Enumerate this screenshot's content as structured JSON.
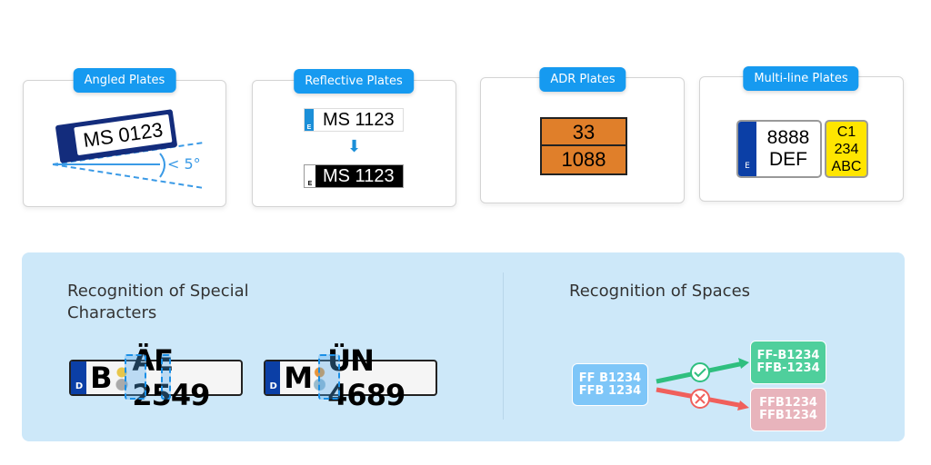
{
  "cards": [
    {
      "label": "Angled Plates",
      "plate": "MS 0123",
      "angle": "< 5°"
    },
    {
      "label": "Reflective Plates",
      "plate_before": "MS 1123",
      "plate_after": "MS 1123",
      "country": "E"
    },
    {
      "label": "ADR Plates",
      "top": "33",
      "bottom": "1088"
    },
    {
      "label": "Multi-line Plates",
      "white_lines": [
        "8888",
        "DEF"
      ],
      "yellow_lines": [
        "C1",
        "234",
        "ABC"
      ],
      "country": "E"
    }
  ],
  "special": {
    "title": "Recognition of Special Characters",
    "plates": [
      {
        "country": "D",
        "left": "B",
        "right": "ÄE 2549"
      },
      {
        "country": "D",
        "left": "M",
        "right": "ÜN 4689"
      }
    ]
  },
  "spaces": {
    "title": "Recognition of Spaces",
    "input": [
      "FF B1234",
      "FFB 1234"
    ],
    "correct": [
      "FF-B1234",
      "FFB-1234"
    ],
    "wrong": [
      "FFB1234",
      "FFB1234"
    ],
    "colors": {
      "correct": "#4fcf9c",
      "wrong": "#e8b4bc",
      "input": "#7ec6f8"
    }
  }
}
